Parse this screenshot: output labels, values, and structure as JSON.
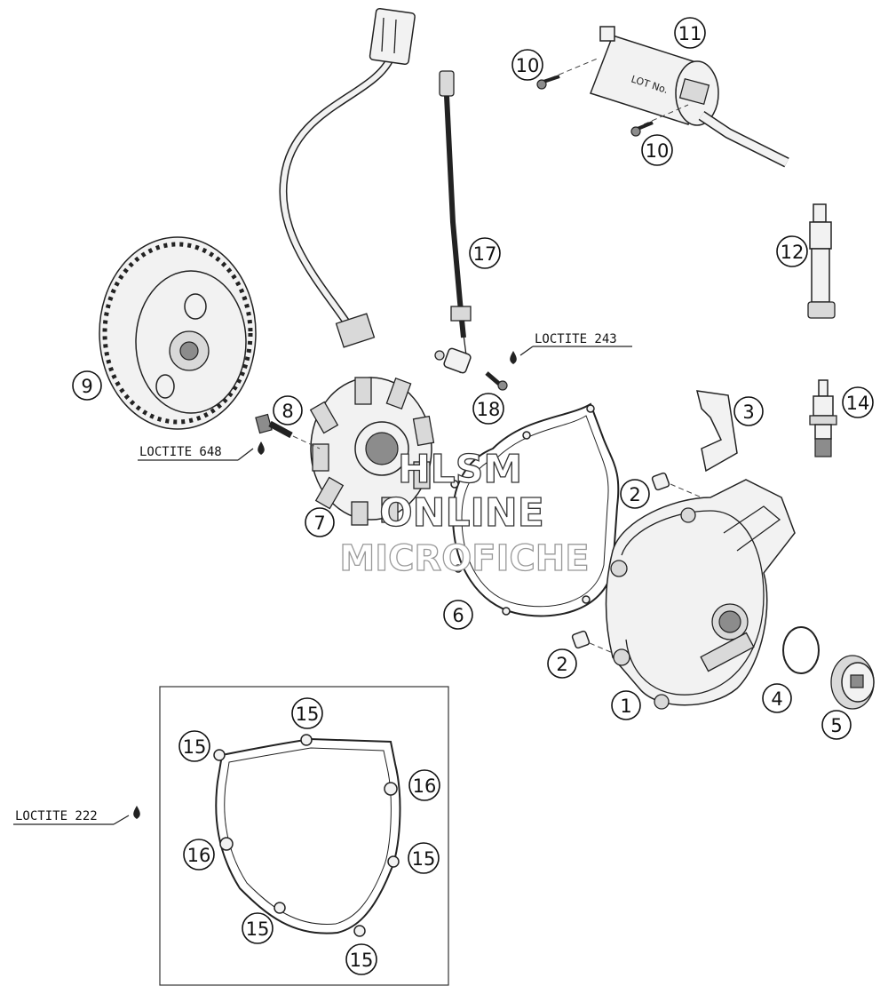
{
  "callouts": [
    {
      "id": "c1",
      "number": "1"
    },
    {
      "id": "c2a",
      "number": "2"
    },
    {
      "id": "c2b",
      "number": "2"
    },
    {
      "id": "c3",
      "number": "3"
    },
    {
      "id": "c4",
      "number": "4"
    },
    {
      "id": "c5",
      "number": "5"
    },
    {
      "id": "c6",
      "number": "6"
    },
    {
      "id": "c7",
      "number": "7"
    },
    {
      "id": "c8",
      "number": "8"
    },
    {
      "id": "c9",
      "number": "9"
    },
    {
      "id": "c10a",
      "number": "10"
    },
    {
      "id": "c10b",
      "number": "10"
    },
    {
      "id": "c11",
      "number": "11"
    },
    {
      "id": "c12",
      "number": "12"
    },
    {
      "id": "c14",
      "number": "14"
    },
    {
      "id": "c15a",
      "number": "15"
    },
    {
      "id": "c15b",
      "number": "15"
    },
    {
      "id": "c15c",
      "number": "15"
    },
    {
      "id": "c15d",
      "number": "15"
    },
    {
      "id": "c15e",
      "number": "15"
    },
    {
      "id": "c16a",
      "number": "16"
    },
    {
      "id": "c16b",
      "number": "16"
    },
    {
      "id": "c17",
      "number": "17"
    },
    {
      "id": "c18",
      "number": "18"
    }
  ],
  "loctite": {
    "l243": "LOCTITE 243",
    "l648": "LOCTITE 648",
    "l222": "LOCTITE 222"
  },
  "coil_label": "LOT No.",
  "watermark": {
    "line1": "HLSM",
    "line2": "ONLINE",
    "line3": "MICROFICHE"
  }
}
